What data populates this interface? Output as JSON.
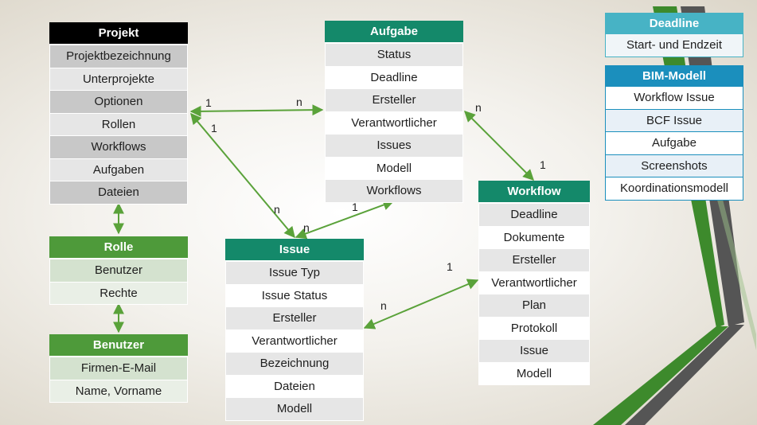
{
  "entities": {
    "projekt": {
      "title": "Projekt",
      "rows": [
        "Projektbezeichnung",
        "Unterprojekte",
        "Optionen",
        "Rollen",
        "Workflows",
        "Aufgaben",
        "Dateien"
      ]
    },
    "rolle": {
      "title": "Rolle",
      "rows": [
        "Benutzer",
        "Rechte"
      ]
    },
    "benutzer": {
      "title": "Benutzer",
      "rows": [
        "Firmen-E-Mail",
        "Name, Vorname"
      ]
    },
    "aufgabe": {
      "title": "Aufgabe",
      "rows": [
        "Status",
        "Deadline",
        "Ersteller",
        "Verantwortlicher",
        "Issues",
        "Modell",
        "Workflows"
      ]
    },
    "issue": {
      "title": "Issue",
      "rows": [
        "Issue Typ",
        "Issue Status",
        "Ersteller",
        "Verantwortlicher",
        "Bezeichnung",
        "Dateien",
        "Modell"
      ]
    },
    "workflow": {
      "title": "Workflow",
      "rows": [
        "Deadline",
        "Dokumente",
        "Ersteller",
        "Verantwortlicher",
        "Plan",
        "Protokoll",
        "Issue",
        "Modell"
      ]
    }
  },
  "legend": {
    "deadline": {
      "title": "Deadline",
      "rows": [
        "Start- und Endzeit"
      ]
    },
    "bim": {
      "title": "BIM-Modell",
      "rows": [
        "Workflow Issue",
        "BCF Issue",
        "Aufgabe",
        "Screenshots",
        "Koordinationsmodell"
      ]
    }
  },
  "cardinality": {
    "projekt_aufgabe_1": "1",
    "projekt_aufgabe_n": "n",
    "projekt_issue_1": "1",
    "projekt_issue_n": "n",
    "issue_aufgabe_n": "n",
    "issue_aufgabe_1": "1",
    "aufgabe_workflow_n": "n",
    "aufgabe_workflow_1": "1",
    "issue_workflow_n": "n",
    "issue_workflow_1": "1"
  },
  "colors": {
    "connector": "#5aa23a",
    "projekt_header": "#000000",
    "green_header": "#4e9a3a",
    "teal_header": "#14896a",
    "legend_header_light": "#47b3c5",
    "legend_header_dark": "#1b8fbd"
  }
}
